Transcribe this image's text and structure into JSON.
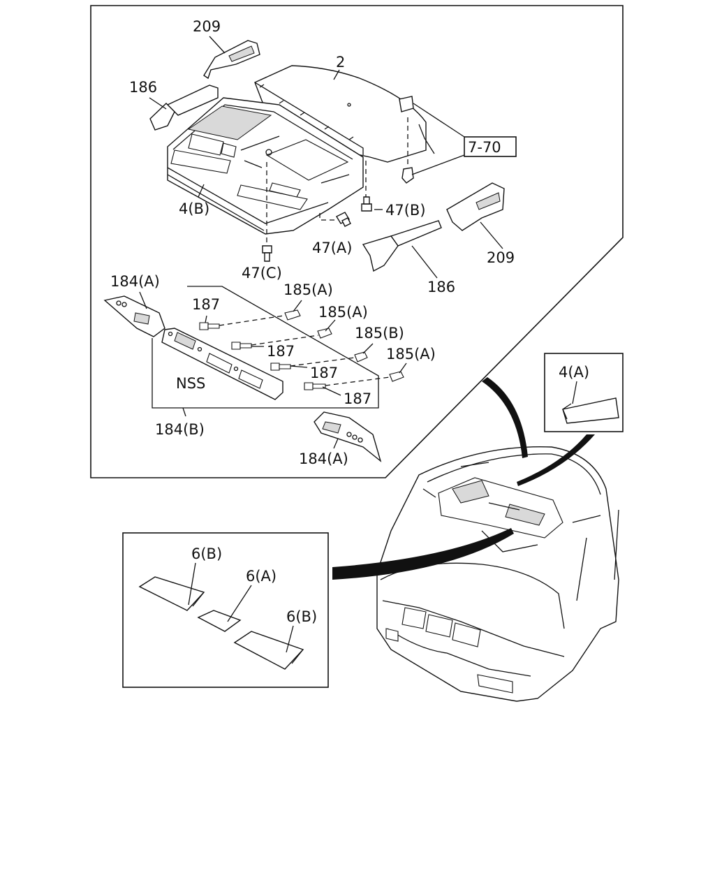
{
  "labels": {
    "l209_top": "209",
    "l2": "2",
    "l186_top": "186",
    "l7_70": "7-70",
    "l4B": "4(B)",
    "l47B": "47(B)",
    "l47A": "47(A)",
    "l209_right": "209",
    "l47C": "47(C)",
    "l186_right": "186",
    "l184A_top": "184(A)",
    "l185A_1": "185(A)",
    "l187_1": "187",
    "l185A_2": "185(A)",
    "l185B": "185(B)",
    "l187_2": "187",
    "l187_3": "187",
    "l185A_3": "185(A)",
    "lNSS": "NSS",
    "l187_4": "187",
    "l184B": "184(B)",
    "l184A_bottom": "184(A)",
    "l4A": "4(A)",
    "l6B_1": "6(B)",
    "l6A": "6(A)",
    "l6B_2": "6(B)"
  }
}
